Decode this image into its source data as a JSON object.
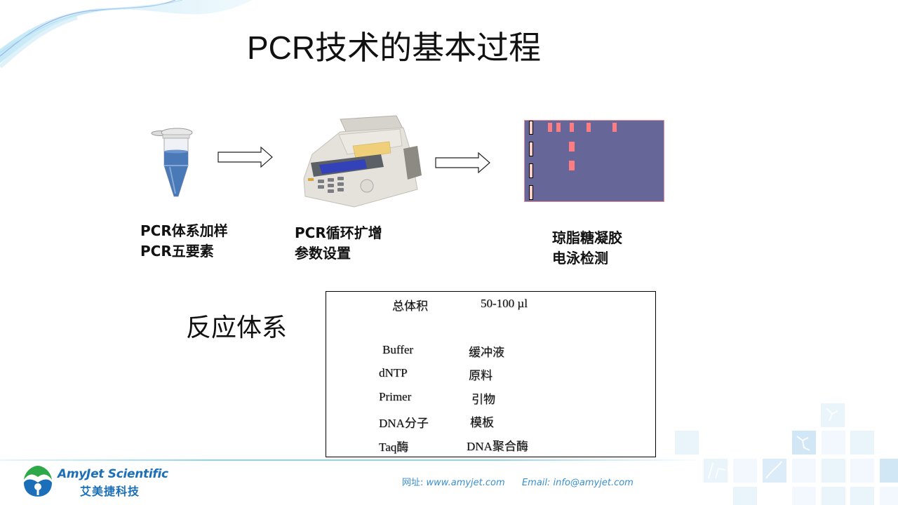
{
  "slide": {
    "title": "PCR技术的基本过程",
    "steps": [
      {
        "icon": "pcr-tube",
        "lines": [
          "PCR体系加样",
          "PCR五要素"
        ]
      },
      {
        "icon": "thermal-cycler",
        "lines": [
          "PCR循环扩增",
          "参数设置"
        ]
      },
      {
        "icon": "agarose-gel",
        "lines": [
          "琼脂糖凝胶",
          "电泳检测"
        ]
      }
    ],
    "section_title": "反应体系",
    "reaction_table": {
      "header": {
        "label": "总体积",
        "value": "50-100 µl"
      },
      "rows": [
        {
          "component": "Buffer",
          "role": "缓冲液"
        },
        {
          "component": "dNTP",
          "role": "原料"
        },
        {
          "component": "Primer",
          "role": "引物"
        },
        {
          "component": "DNA分子",
          "role": "模板"
        },
        {
          "component": "Taq酶",
          "role": "DNA聚合酶"
        }
      ]
    },
    "gel": {
      "background": "#666699",
      "border": "#e8909a",
      "well_color": "#ffcccc",
      "band_color": "#ff7c80",
      "lanes": 4
    }
  },
  "footer": {
    "brand_en": "AmyJet Scientific",
    "brand_cn": "艾美捷科技",
    "website_label": "网址:",
    "website": "www.amyjet.com",
    "email_label": "Email:",
    "email": "info@amyjet.com",
    "brand_color": "#1b6fb8",
    "accent_color": "#3a8fd0"
  }
}
